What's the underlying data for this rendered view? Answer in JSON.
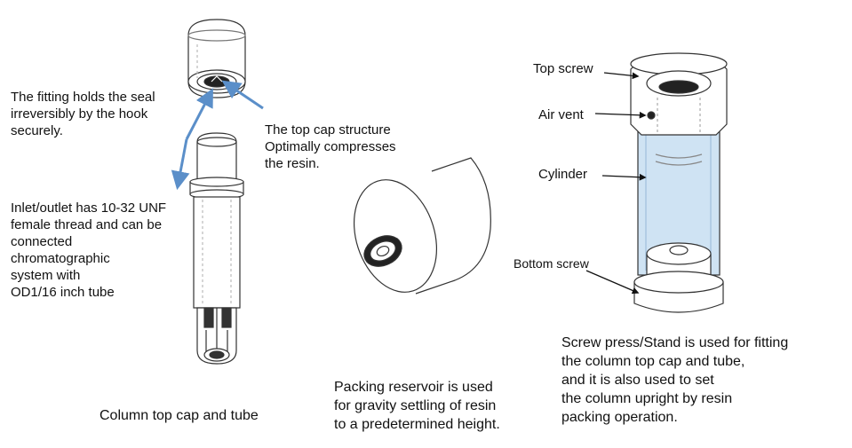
{
  "left_section": {
    "note_fitting": [
      "The fitting holds the seal",
      "irreversibly by the hook",
      "securely."
    ],
    "note_top_cap": [
      "The top cap structure",
      "Optimally compresses",
      "the resin."
    ],
    "note_inlet": [
      "Inlet/outlet has 10-32 UNF",
      "female thread and can be",
      "connected",
      "chromatographic",
      "system with",
      "OD1/16 inch tube"
    ],
    "caption": "Column top cap and tube"
  },
  "middle_section": {
    "caption": [
      "Packing reservoir is used",
      "for gravity settling of resin",
      "to a predetermined height."
    ]
  },
  "right_section": {
    "labels": {
      "top_screw": "Top screw",
      "air_vent": "Air vent",
      "cylinder": "Cylinder",
      "bottom_screw": "Bottom screw"
    },
    "caption": [
      "Screw press/Stand is used for fitting",
      "the column top cap and tube,",
      "and it is also used to set",
      "the column upright by resin",
      "packing operation."
    ]
  },
  "colors": {
    "pointer_blue": "#5b8fc9",
    "line": "#333333",
    "cylinder_tint": "#cfe3f3"
  }
}
